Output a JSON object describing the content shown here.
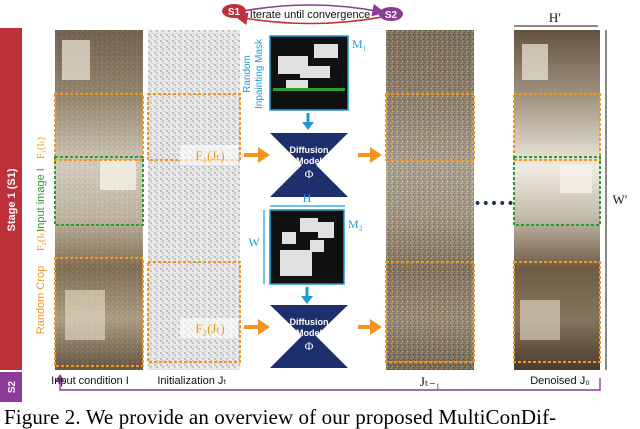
{
  "figure": {
    "iterate_badge_s1": "S1",
    "iterate_label": "Iterate until convergence",
    "iterate_badge_s2": "S2",
    "stage1_label": "Stage 1 (S1)",
    "stage2_label": "S2",
    "left_labels": {
      "random_crop": "Random Crop",
      "f2_t": "F₂(Iₜ)",
      "input_image": "Input image I",
      "f1_t": "F₁(Iₜ)"
    },
    "mask_labels": {
      "random": "Random",
      "inpainting_mask": "Inpainting Mask",
      "m1": "M₁",
      "m2": "M₂",
      "h": "H",
      "w": "W"
    },
    "f1_j": "F₁(Jₜ)",
    "f2_j": "F₂(Jₜ)",
    "diffusion_model_1": [
      "Diffusion",
      "Model",
      "Φ"
    ],
    "diffusion_model_2": [
      "Diffusion",
      "Model",
      "Φ"
    ],
    "dots": "•••••",
    "h_prime": "H′",
    "w_prime": "W′",
    "bottom_labels": {
      "input_condition": "Input condition I",
      "initialization": "Initialization Jₜ",
      "j_t_minus_1": "Jₜ₋₁",
      "denoised": "Denoised J₀"
    },
    "colors": {
      "stage_red": "#c0303a",
      "orange": "#f7941d",
      "green": "#2ca02c",
      "blue": "#1e9ad6",
      "purple": "#8e3a99",
      "navy": "#1e2f6e"
    }
  },
  "caption": "Figure 2. We provide an overview of our proposed MultiConDif-"
}
